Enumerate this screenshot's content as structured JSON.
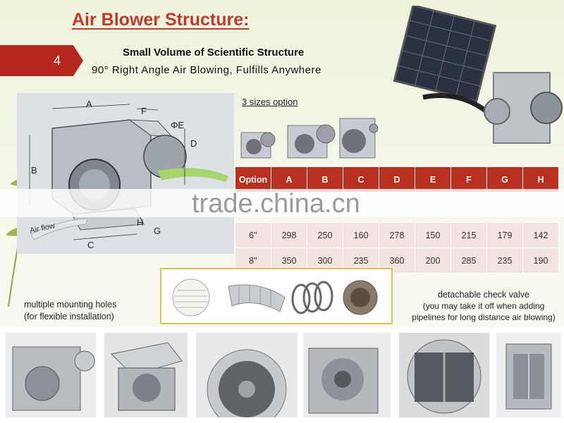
{
  "title": "Air Blower Structure:",
  "page_number": "4",
  "subtitle_bold": "Small Volume of Scientific Structure",
  "subtitle": "90°  Right Angle Air Blowing, Fulfills Anywhere",
  "diagram": {
    "labels": {
      "A": "A",
      "B": "B",
      "C": "C",
      "D": "D",
      "E": "ΦE",
      "F": "F",
      "G": "G",
      "H": "H"
    },
    "airflow": "Air flow"
  },
  "sizes_option": "3 sizes option",
  "table": {
    "headers": [
      "Option",
      "A",
      "B",
      "C",
      "D",
      "E",
      "F",
      "G",
      "H"
    ],
    "rows": [
      [
        "6''",
        "298",
        "250",
        "160",
        "278",
        "150",
        "215",
        "179",
        "142"
      ],
      [
        "8''",
        "350",
        "300",
        "235",
        "360",
        "200",
        "285",
        "235",
        "190"
      ]
    ]
  },
  "watermark": "trade.china.cn",
  "note_left": [
    "multiple mounting holes",
    "(for flexible installation)"
  ],
  "note_right": {
    "head": "detachable check valve",
    "lines": [
      "(you may take it off when adding",
      "pipelines for long distance air blowing)"
    ]
  },
  "colors": {
    "accent": "#b8311f",
    "title": "#c0392b",
    "table_cell": "#f1e4e1",
    "frame": "#e0c24a"
  },
  "icons": [
    "leaf-stripe-decoration",
    "solar-panel-illustration",
    "blower-box-illustration",
    "vent-grille-icon",
    "flex-duct-icon",
    "hose-clamp-icon",
    "hood-vent-icon"
  ]
}
